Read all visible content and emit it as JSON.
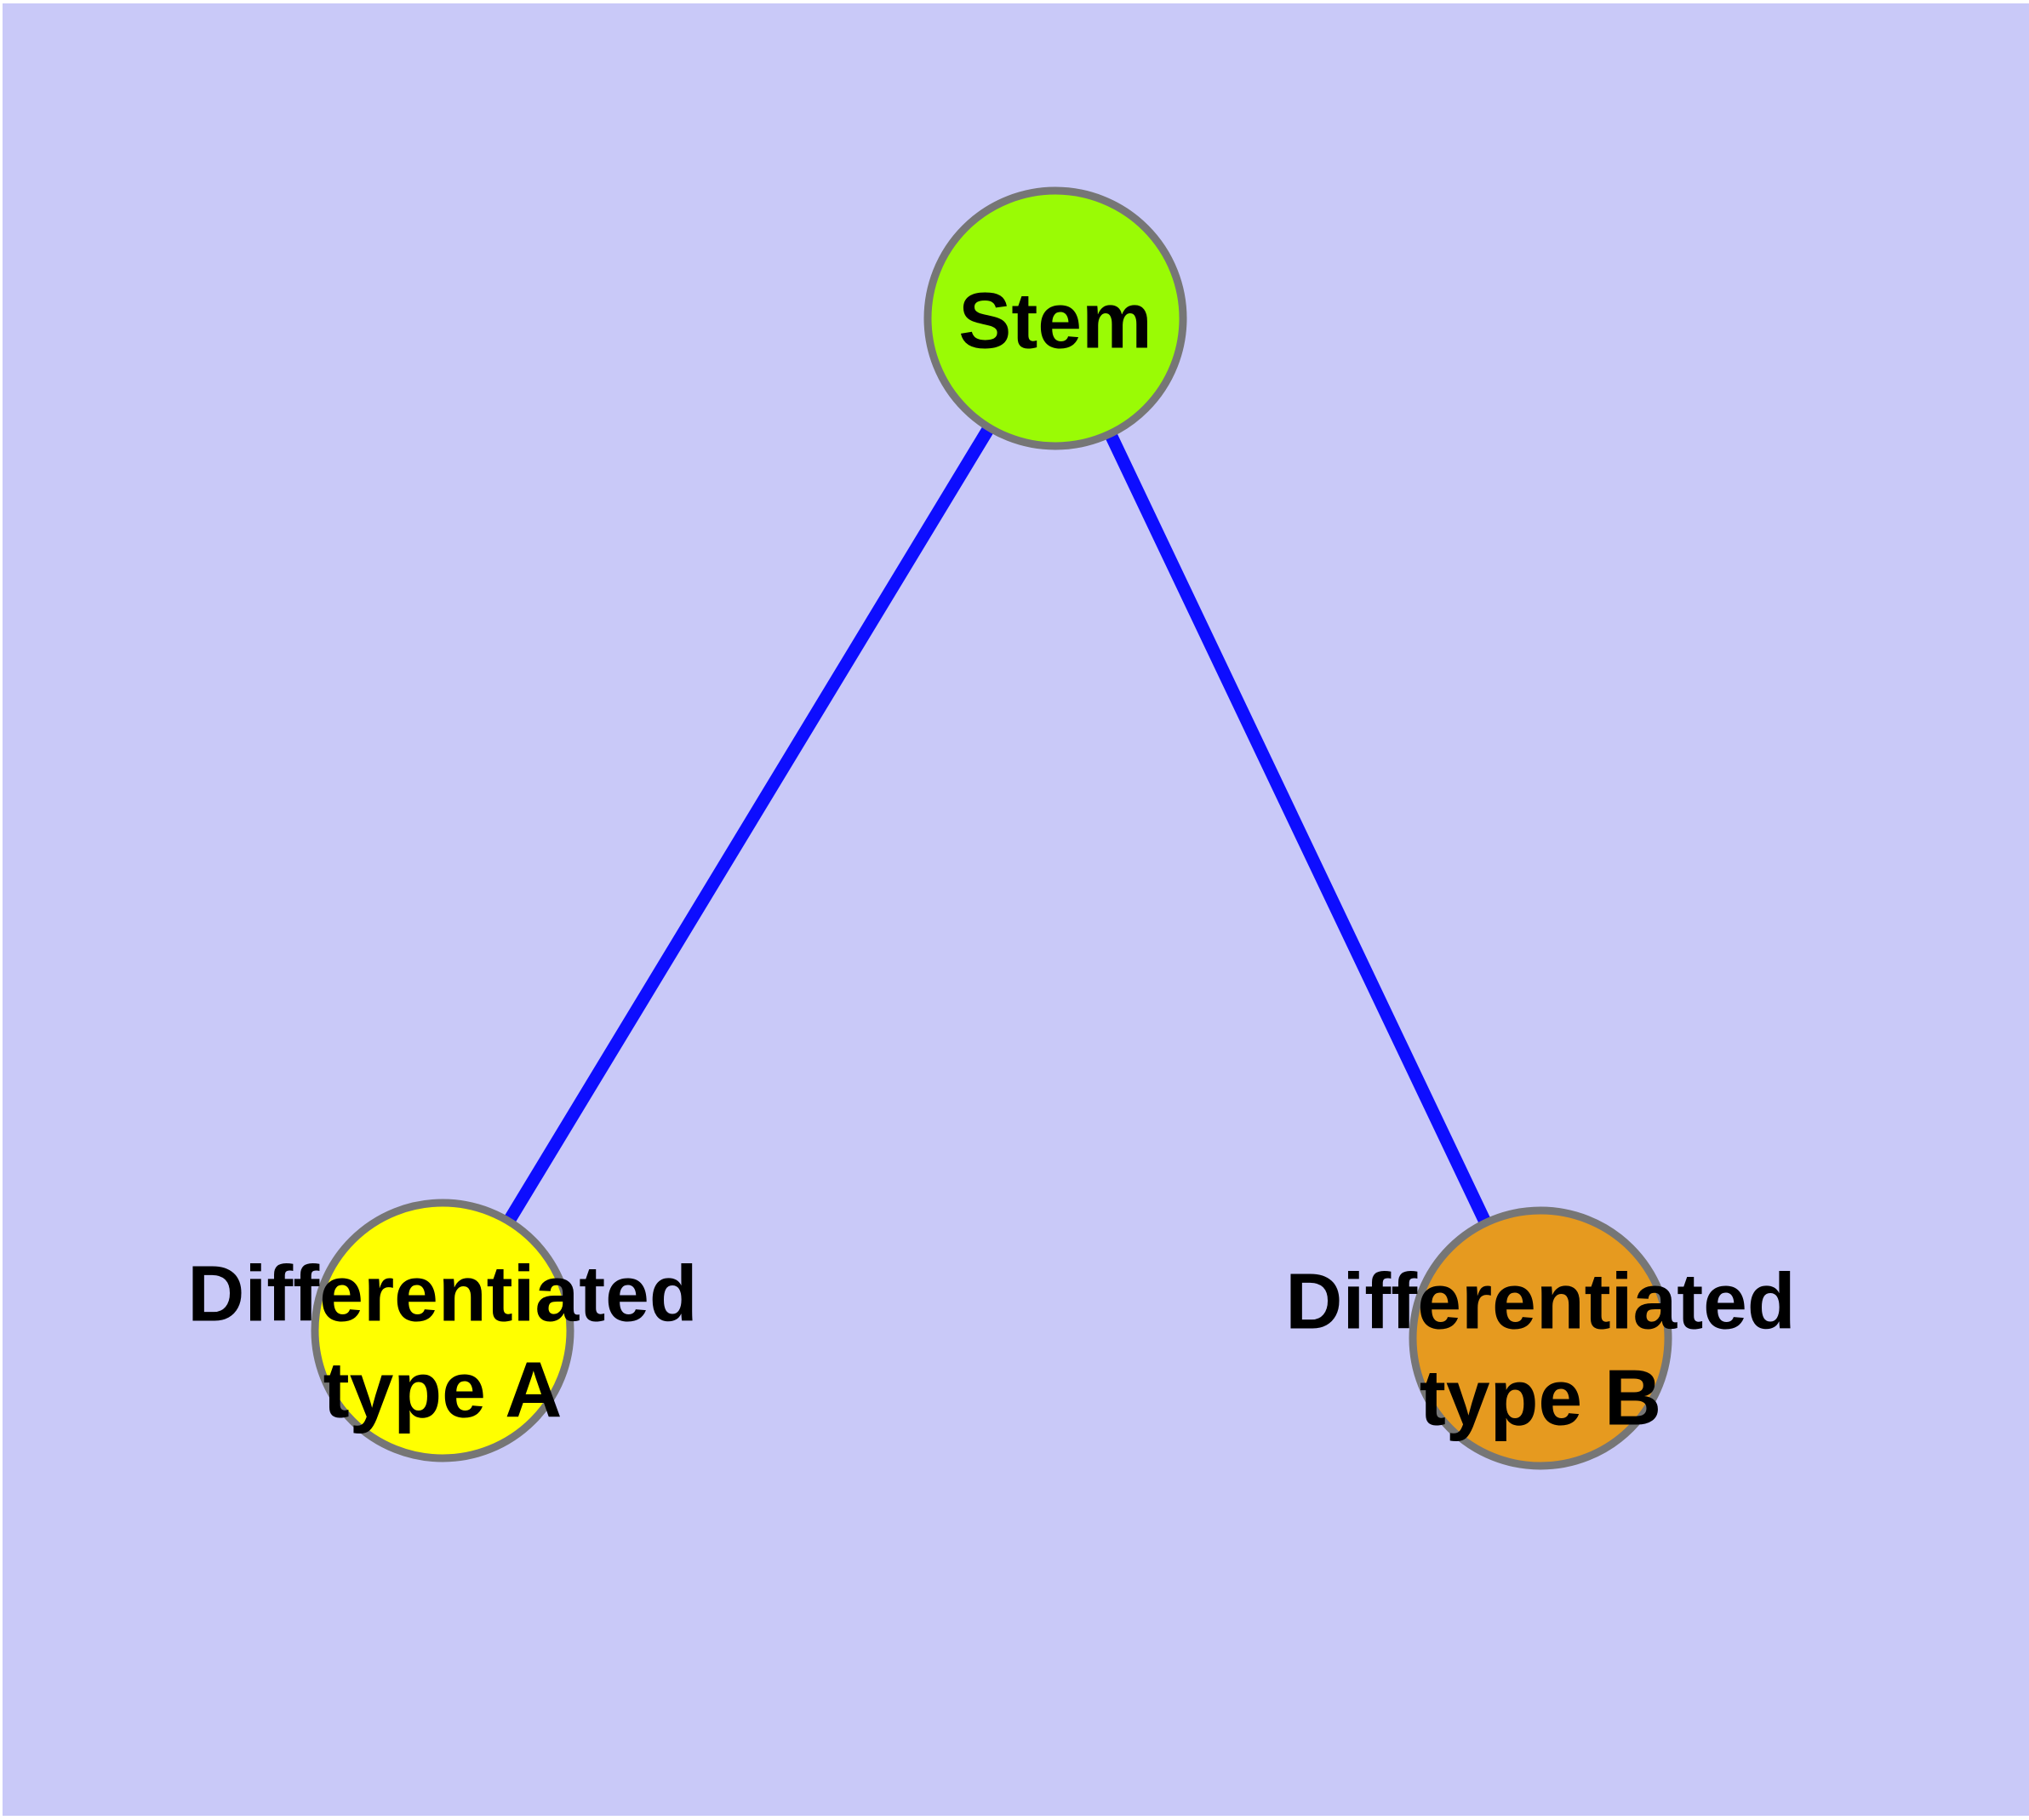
{
  "diagram": {
    "background_color": "#c9c9f8",
    "margin_color": "#ffffff",
    "edge_color": "#0d0dff",
    "node_border_color": "#767676",
    "label_color": "#000000",
    "nodes": [
      {
        "id": "stem",
        "label": "Stem",
        "color": "#9afb05"
      },
      {
        "id": "type-a",
        "label": "Differentiated\ntype A",
        "color": "#ffff00"
      },
      {
        "id": "type-b",
        "label": "Differentiated\ntype B",
        "color": "#e69a1f"
      }
    ],
    "edges": [
      {
        "from": "stem",
        "to": "type-a"
      },
      {
        "from": "stem",
        "to": "type-b"
      }
    ]
  }
}
